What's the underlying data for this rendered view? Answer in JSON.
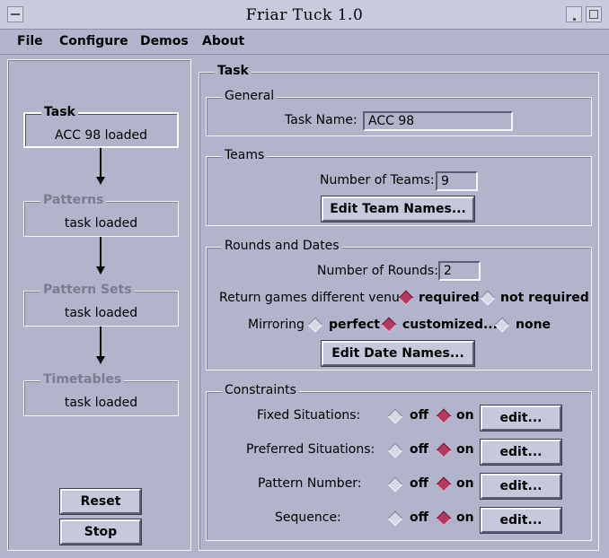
{
  "window": {
    "title": "Friar Tuck 1.0"
  },
  "menu": [
    "File",
    "Configure",
    "Demos",
    "About"
  ],
  "sidebar": {
    "steps": [
      {
        "title": "Task",
        "status": "ACC 98 loaded",
        "active": true
      },
      {
        "title": "Patterns",
        "status": "task loaded",
        "active": false
      },
      {
        "title": "Pattern Sets",
        "status": "task loaded",
        "active": false
      },
      {
        "title": "Timetables",
        "status": "task loaded",
        "active": false
      }
    ],
    "reset_label": "Reset",
    "stop_label": "Stop"
  },
  "task": {
    "heading": "Task",
    "general": {
      "label": "General",
      "task_name_label": "Task Name:",
      "task_name_value": "ACC 98"
    },
    "teams": {
      "label": "Teams",
      "num_label": "Number of Teams:",
      "num_value": "9",
      "edit_button": "Edit Team Names..."
    },
    "rounds": {
      "label": "Rounds and Dates",
      "num_label": "Number of Rounds:",
      "num_value": "2",
      "venue_label": "Return games different venue",
      "venue_options": [
        "required",
        "not required"
      ],
      "venue_selected": "required",
      "mirroring_label": "Mirroring",
      "mirroring_options": [
        "perfect",
        "customized...",
        "none"
      ],
      "mirroring_selected": "customized...",
      "edit_button": "Edit Date Names..."
    },
    "constraints": {
      "label": "Constraints",
      "off_label": "off",
      "on_label": "on",
      "edit_label": "edit...",
      "rows": [
        {
          "name": "Fixed Situations:",
          "state": "on"
        },
        {
          "name": "Preferred Situations:",
          "state": "on"
        },
        {
          "name": "Pattern Number:",
          "state": "on"
        },
        {
          "name": "Sequence:",
          "state": "on"
        }
      ]
    }
  }
}
